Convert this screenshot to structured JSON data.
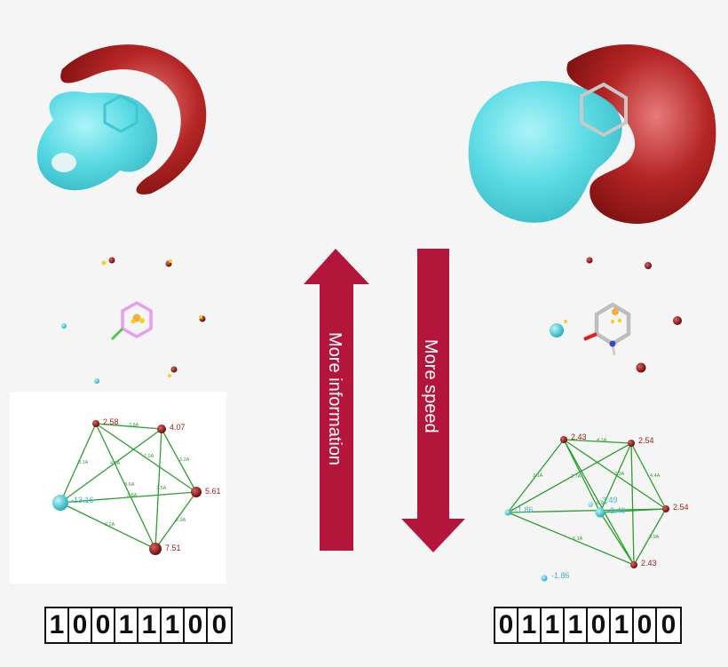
{
  "arrows": {
    "up_label": "More information",
    "down_label": "More speed",
    "color": "#b3163a"
  },
  "left": {
    "bits": [
      "1",
      "0",
      "0",
      "1",
      "1",
      "1",
      "0",
      "0"
    ],
    "graph_labels": [
      "2.58",
      "4.07",
      "5.61",
      "7.51",
      "-13.16"
    ],
    "edge_labels": [
      "3.8A",
      "3.1A",
      "6.2A",
      "7.0A",
      "3.2A",
      "8.6A",
      "3.5A",
      "4.6A",
      "2.9A",
      "3.6A"
    ]
  },
  "right": {
    "bits": [
      "0",
      "1",
      "1",
      "1",
      "0",
      "1",
      "0",
      "0"
    ],
    "graph_labels": [
      "2.43",
      "2.54",
      "2.54",
      "2.43",
      "-1.86",
      "-3.49",
      "-3.49",
      "-1.86"
    ],
    "edge_labels": [
      "4.1A",
      "3.1A",
      "2.7A",
      "7.3A",
      "4.4A",
      "8.9A",
      "3.9A",
      "6.1A"
    ]
  },
  "colors": {
    "negative": "#4fd6e0",
    "positive": "#9c1a1a",
    "edge": "#2e9e2e",
    "ring_left": "#e8a0e8"
  }
}
